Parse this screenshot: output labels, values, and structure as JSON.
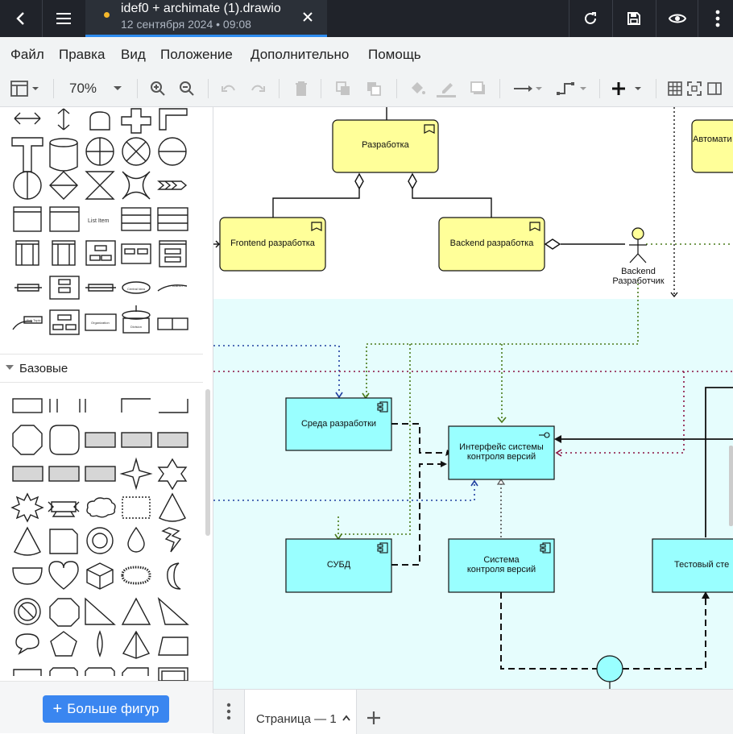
{
  "header": {
    "title": "idef0 + archimate (1).drawio",
    "subtitle": "12 сентября 2024 • 09:08"
  },
  "menu": [
    "Файл",
    "Правка",
    "Вид",
    "Положение",
    "Дополнительно",
    "Помощь"
  ],
  "toolbar": {
    "zoom": "70%"
  },
  "sidebar": {
    "section_label": "Базовые",
    "more_shapes_label": "Больше фигур",
    "tiny_labels": {
      "list_item": "List Item",
      "central_idea": "Central Idea",
      "branch": "Branch",
      "sub_topic": "Sub Topic",
      "organization": "Organization",
      "division": "Division"
    }
  },
  "diagram": {
    "nodes": {
      "razrabotka": "Разработка",
      "frontend": "Frontend разработка",
      "backend": "Backend разработка",
      "automation": "Автомати",
      "actor_line1": "Backend",
      "actor_line2": "Разработчик",
      "sreda": "Среда разработки",
      "interface_line1": "Интерфейс системы",
      "interface_line2": "контроля версий",
      "subd": "СУБД",
      "vcs_line1": "Система",
      "vcs_line2": "контроля версий",
      "test": "Тестовый сте"
    }
  },
  "pages": {
    "current": "Страница — 1"
  },
  "colors": {
    "accent": "#3a86f0",
    "yellow_node": "#ffff99",
    "cyan_node": "#99ffff",
    "group_bg": "#e6fdfd"
  }
}
